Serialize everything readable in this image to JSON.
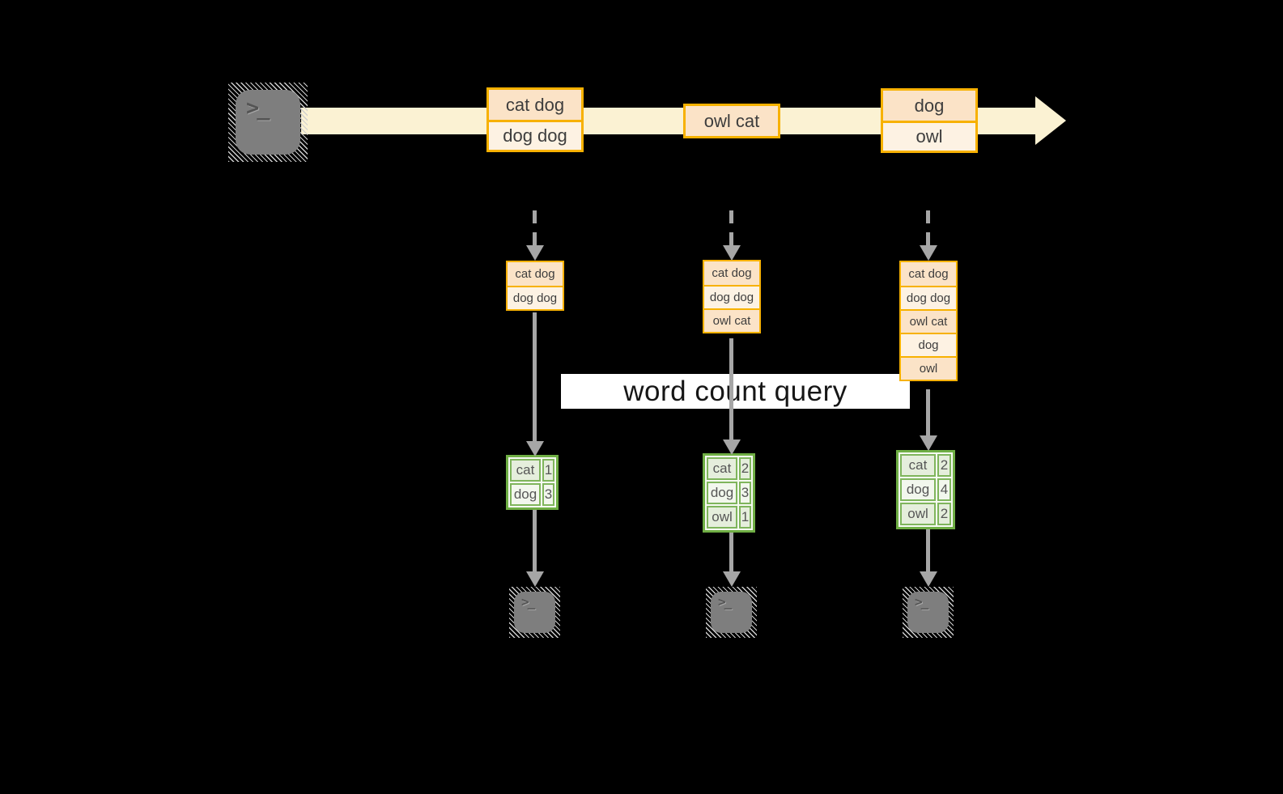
{
  "diagram_title": "word count query",
  "terminal_glyph": ">_",
  "colors": {
    "background": "#000000",
    "stream_band": "#FBF2D3",
    "event_border": "#F7B100",
    "event_fill_dark": "#FBE3C7",
    "event_fill_light": "#FDF2E3",
    "count_table_border": "#6FAE44",
    "count_cell_dark": "#E5EEDC",
    "count_cell_light": "#F2F7ED",
    "arrow_gray": "#A6A6A6",
    "terminal_gray": "#7E7E7E",
    "banner_bg": "#FFFFFF"
  },
  "timeline": {
    "groups": [
      {
        "events": [
          "cat dog",
          "dog dog"
        ]
      },
      {
        "events": [
          "owl cat"
        ]
      },
      {
        "events": [
          "dog",
          "owl"
        ]
      }
    ]
  },
  "workers": [
    {
      "buffer": [
        "cat dog",
        "dog dog"
      ],
      "counts": [
        {
          "word": "cat",
          "count": "1"
        },
        {
          "word": "dog",
          "count": "3"
        }
      ]
    },
    {
      "buffer": [
        "cat dog",
        "dog dog",
        "owl cat"
      ],
      "counts": [
        {
          "word": "cat",
          "count": "2"
        },
        {
          "word": "dog",
          "count": "3"
        },
        {
          "word": "owl",
          "count": "1"
        }
      ]
    },
    {
      "buffer": [
        "cat dog",
        "dog dog",
        "owl cat",
        "dog",
        "owl"
      ],
      "counts": [
        {
          "word": "cat",
          "count": "2"
        },
        {
          "word": "dog",
          "count": "4"
        },
        {
          "word": "owl",
          "count": "2"
        }
      ]
    }
  ]
}
